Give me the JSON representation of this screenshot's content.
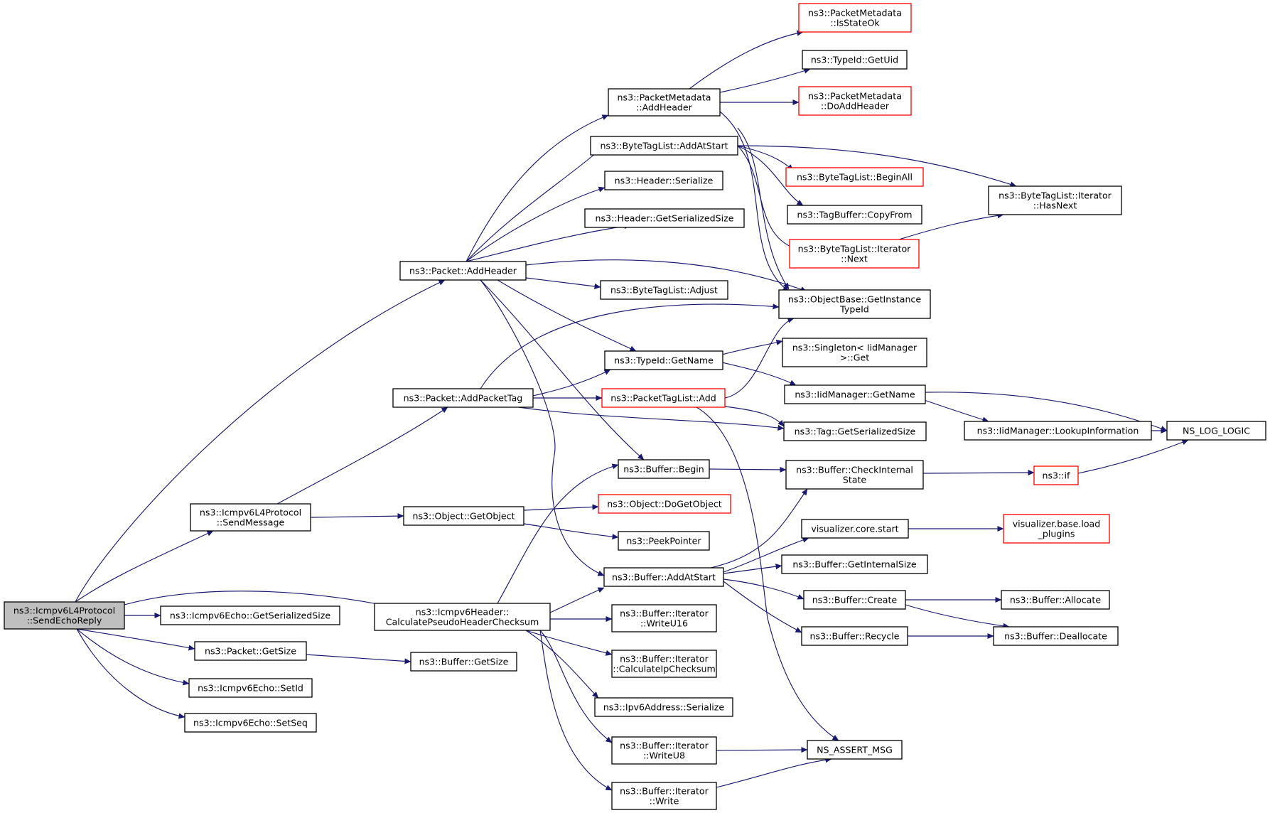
{
  "colors": {
    "edge": "#191970",
    "node_border_default": "#000000",
    "node_border_truncated": "#ff0000",
    "root_fill": "#bfbfbf",
    "node_fill": "#ffffff"
  },
  "nodes": [
    {
      "id": "root",
      "lines": [
        "ns3::Icmpv6L4Protocol",
        "::SendEchoReply"
      ],
      "style": "root"
    },
    {
      "id": "packet-addheader",
      "lines": [
        "ns3::Packet::AddHeader"
      ],
      "style": "normal"
    },
    {
      "id": "packet-addpackettag",
      "lines": [
        "ns3::Packet::AddPacketTag"
      ],
      "style": "normal"
    },
    {
      "id": "sendmessage",
      "lines": [
        "ns3::Icmpv6L4Protocol",
        "::SendMessage"
      ],
      "style": "normal"
    },
    {
      "id": "icmpv6echo-getserializedsize",
      "lines": [
        "ns3::Icmpv6Echo::GetSerializedSize"
      ],
      "style": "normal"
    },
    {
      "id": "calcpseudo",
      "lines": [
        "ns3::Icmpv6Header::",
        "CalculatePseudoHeaderChecksum"
      ],
      "style": "normal"
    },
    {
      "id": "packet-getsize",
      "lines": [
        "ns3::Packet::GetSize"
      ],
      "style": "normal"
    },
    {
      "id": "icmpv6echo-setid",
      "lines": [
        "ns3::Icmpv6Echo::SetId"
      ],
      "style": "normal"
    },
    {
      "id": "icmpv6echo-setseq",
      "lines": [
        "ns3::Icmpv6Echo::SetSeq"
      ],
      "style": "normal"
    },
    {
      "id": "pm-addheader",
      "lines": [
        "ns3::PacketMetadata",
        "::AddHeader"
      ],
      "style": "normal"
    },
    {
      "id": "btl-addatstart",
      "lines": [
        "ns3::ByteTagList::AddAtStart"
      ],
      "style": "normal"
    },
    {
      "id": "header-serialize",
      "lines": [
        "ns3::Header::Serialize"
      ],
      "style": "normal"
    },
    {
      "id": "header-getserializedsize",
      "lines": [
        "ns3::Header::GetSerializedSize"
      ],
      "style": "normal"
    },
    {
      "id": "btl-adjust",
      "lines": [
        "ns3::ByteTagList::Adjust"
      ],
      "style": "normal"
    },
    {
      "id": "typeid-getname",
      "lines": [
        "ns3::TypeId::GetName"
      ],
      "style": "normal"
    },
    {
      "id": "ptl-add",
      "lines": [
        "ns3::PacketTagList::Add"
      ],
      "style": "truncated"
    },
    {
      "id": "buffer-begin",
      "lines": [
        "ns3::Buffer::Begin"
      ],
      "style": "normal"
    },
    {
      "id": "object-getobject",
      "lines": [
        "ns3::Object::GetObject"
      ],
      "style": "normal"
    },
    {
      "id": "buffer-addatstart",
      "lines": [
        "ns3::Buffer::AddAtStart"
      ],
      "style": "normal"
    },
    {
      "id": "bi-writeu16",
      "lines": [
        "ns3::Buffer::Iterator",
        "::WriteU16"
      ],
      "style": "normal"
    },
    {
      "id": "bi-calcipchecksum",
      "lines": [
        "ns3::Buffer::Iterator",
        "::CalculateIpChecksum"
      ],
      "style": "normal"
    },
    {
      "id": "ipv6addr-serialize",
      "lines": [
        "ns3::Ipv6Address::Serialize"
      ],
      "style": "normal"
    },
    {
      "id": "bi-writeu8",
      "lines": [
        "ns3::Buffer::Iterator",
        "::WriteU8"
      ],
      "style": "normal"
    },
    {
      "id": "bi-write",
      "lines": [
        "ns3::Buffer::Iterator",
        "::Write"
      ],
      "style": "normal"
    },
    {
      "id": "buffer-getsize",
      "lines": [
        "ns3::Buffer::GetSize"
      ],
      "style": "normal"
    },
    {
      "id": "object-dogetobject",
      "lines": [
        "ns3::Object::DoGetObject"
      ],
      "style": "truncated"
    },
    {
      "id": "peekpointer",
      "lines": [
        "ns3::PeekPointer"
      ],
      "style": "normal"
    },
    {
      "id": "pm-isstateok",
      "lines": [
        "ns3::PacketMetadata",
        "::IsStateOk"
      ],
      "style": "truncated"
    },
    {
      "id": "typeid-getuid",
      "lines": [
        "ns3::TypeId::GetUid"
      ],
      "style": "normal"
    },
    {
      "id": "pm-doaddheader",
      "lines": [
        "ns3::PacketMetadata",
        "::DoAddHeader"
      ],
      "style": "truncated"
    },
    {
      "id": "btl-beginall",
      "lines": [
        "ns3::ByteTagList::BeginAll"
      ],
      "style": "truncated"
    },
    {
      "id": "tagbuffer-copyfrom",
      "lines": [
        "ns3::TagBuffer::CopyFrom"
      ],
      "style": "normal"
    },
    {
      "id": "btli-next",
      "lines": [
        "ns3::ByteTagList::Iterator",
        "::Next"
      ],
      "style": "truncated"
    },
    {
      "id": "objectbase-getinstancetypeid",
      "lines": [
        "ns3::ObjectBase::GetInstance",
        "TypeId"
      ],
      "style": "normal"
    },
    {
      "id": "singleton-get",
      "lines": [
        "ns3::Singleton< IidManager",
        ">::Get"
      ],
      "style": "normal"
    },
    {
      "id": "iidmanager-getname",
      "lines": [
        "ns3::IidManager::GetName"
      ],
      "style": "normal"
    },
    {
      "id": "tag-getserializedsize",
      "lines": [
        "ns3::Tag::GetSerializedSize"
      ],
      "style": "normal"
    },
    {
      "id": "buffer-checkinternalstate",
      "lines": [
        "ns3::Buffer::CheckInternal",
        "State"
      ],
      "style": "normal"
    },
    {
      "id": "visualizer-core-start",
      "lines": [
        "visualizer.core.start"
      ],
      "style": "normal"
    },
    {
      "id": "buffer-getinternalsize",
      "lines": [
        "ns3::Buffer::GetInternalSize"
      ],
      "style": "normal"
    },
    {
      "id": "buffer-create",
      "lines": [
        "ns3::Buffer::Create"
      ],
      "style": "normal"
    },
    {
      "id": "buffer-recycle",
      "lines": [
        "ns3::Buffer::Recycle"
      ],
      "style": "normal"
    },
    {
      "id": "ns-assert-msg",
      "lines": [
        "NS_ASSERT_MSG"
      ],
      "style": "normal"
    },
    {
      "id": "btli-hasnext",
      "lines": [
        "ns3::ByteTagList::Iterator",
        "::HasNext"
      ],
      "style": "normal"
    },
    {
      "id": "iidmanager-lookupinformation",
      "lines": [
        "ns3::IidManager::LookupInformation"
      ],
      "style": "normal"
    },
    {
      "id": "ns-log-logic",
      "lines": [
        "NS_LOG_LOGIC"
      ],
      "style": "normal"
    },
    {
      "id": "ns3-if",
      "lines": [
        "ns3::if"
      ],
      "style": "truncated"
    },
    {
      "id": "visualizer-base-load-plugins",
      "lines": [
        "visualizer.base.load",
        "_plugins"
      ],
      "style": "truncated"
    },
    {
      "id": "buffer-allocate",
      "lines": [
        "ns3::Buffer::Allocate"
      ],
      "style": "normal"
    },
    {
      "id": "buffer-deallocate",
      "lines": [
        "ns3::Buffer::Deallocate"
      ],
      "style": "normal"
    }
  ]
}
